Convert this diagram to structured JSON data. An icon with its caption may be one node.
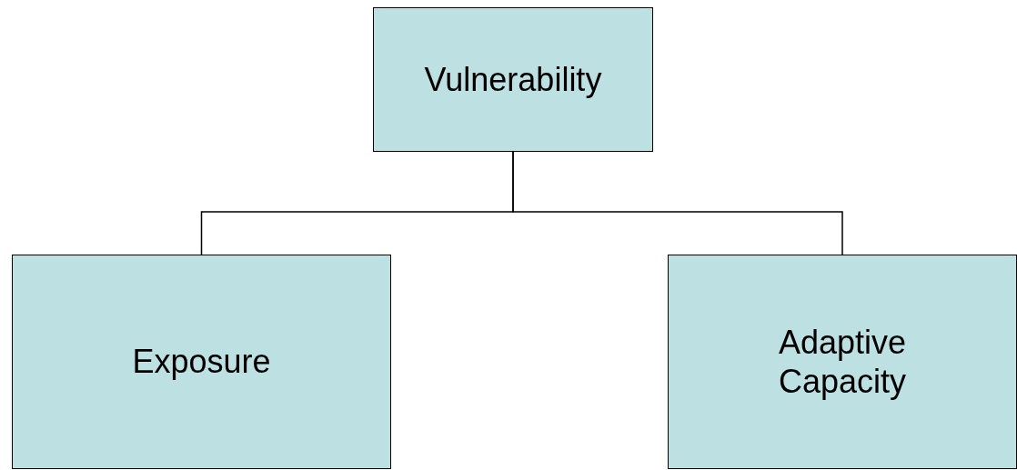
{
  "diagram": {
    "nodes": [
      {
        "text": [
          "Vulnerability"
        ]
      },
      {
        "text": [
          "Exposure"
        ]
      },
      {
        "text": [
          "Adaptive Capacity"
        ]
      }
    ],
    "edges": [
      {
        "from": 0,
        "to": 1,
        "arrow": "none"
      },
      {
        "from": 0,
        "to": 2,
        "arrow": "none"
      }
    ]
  }
}
